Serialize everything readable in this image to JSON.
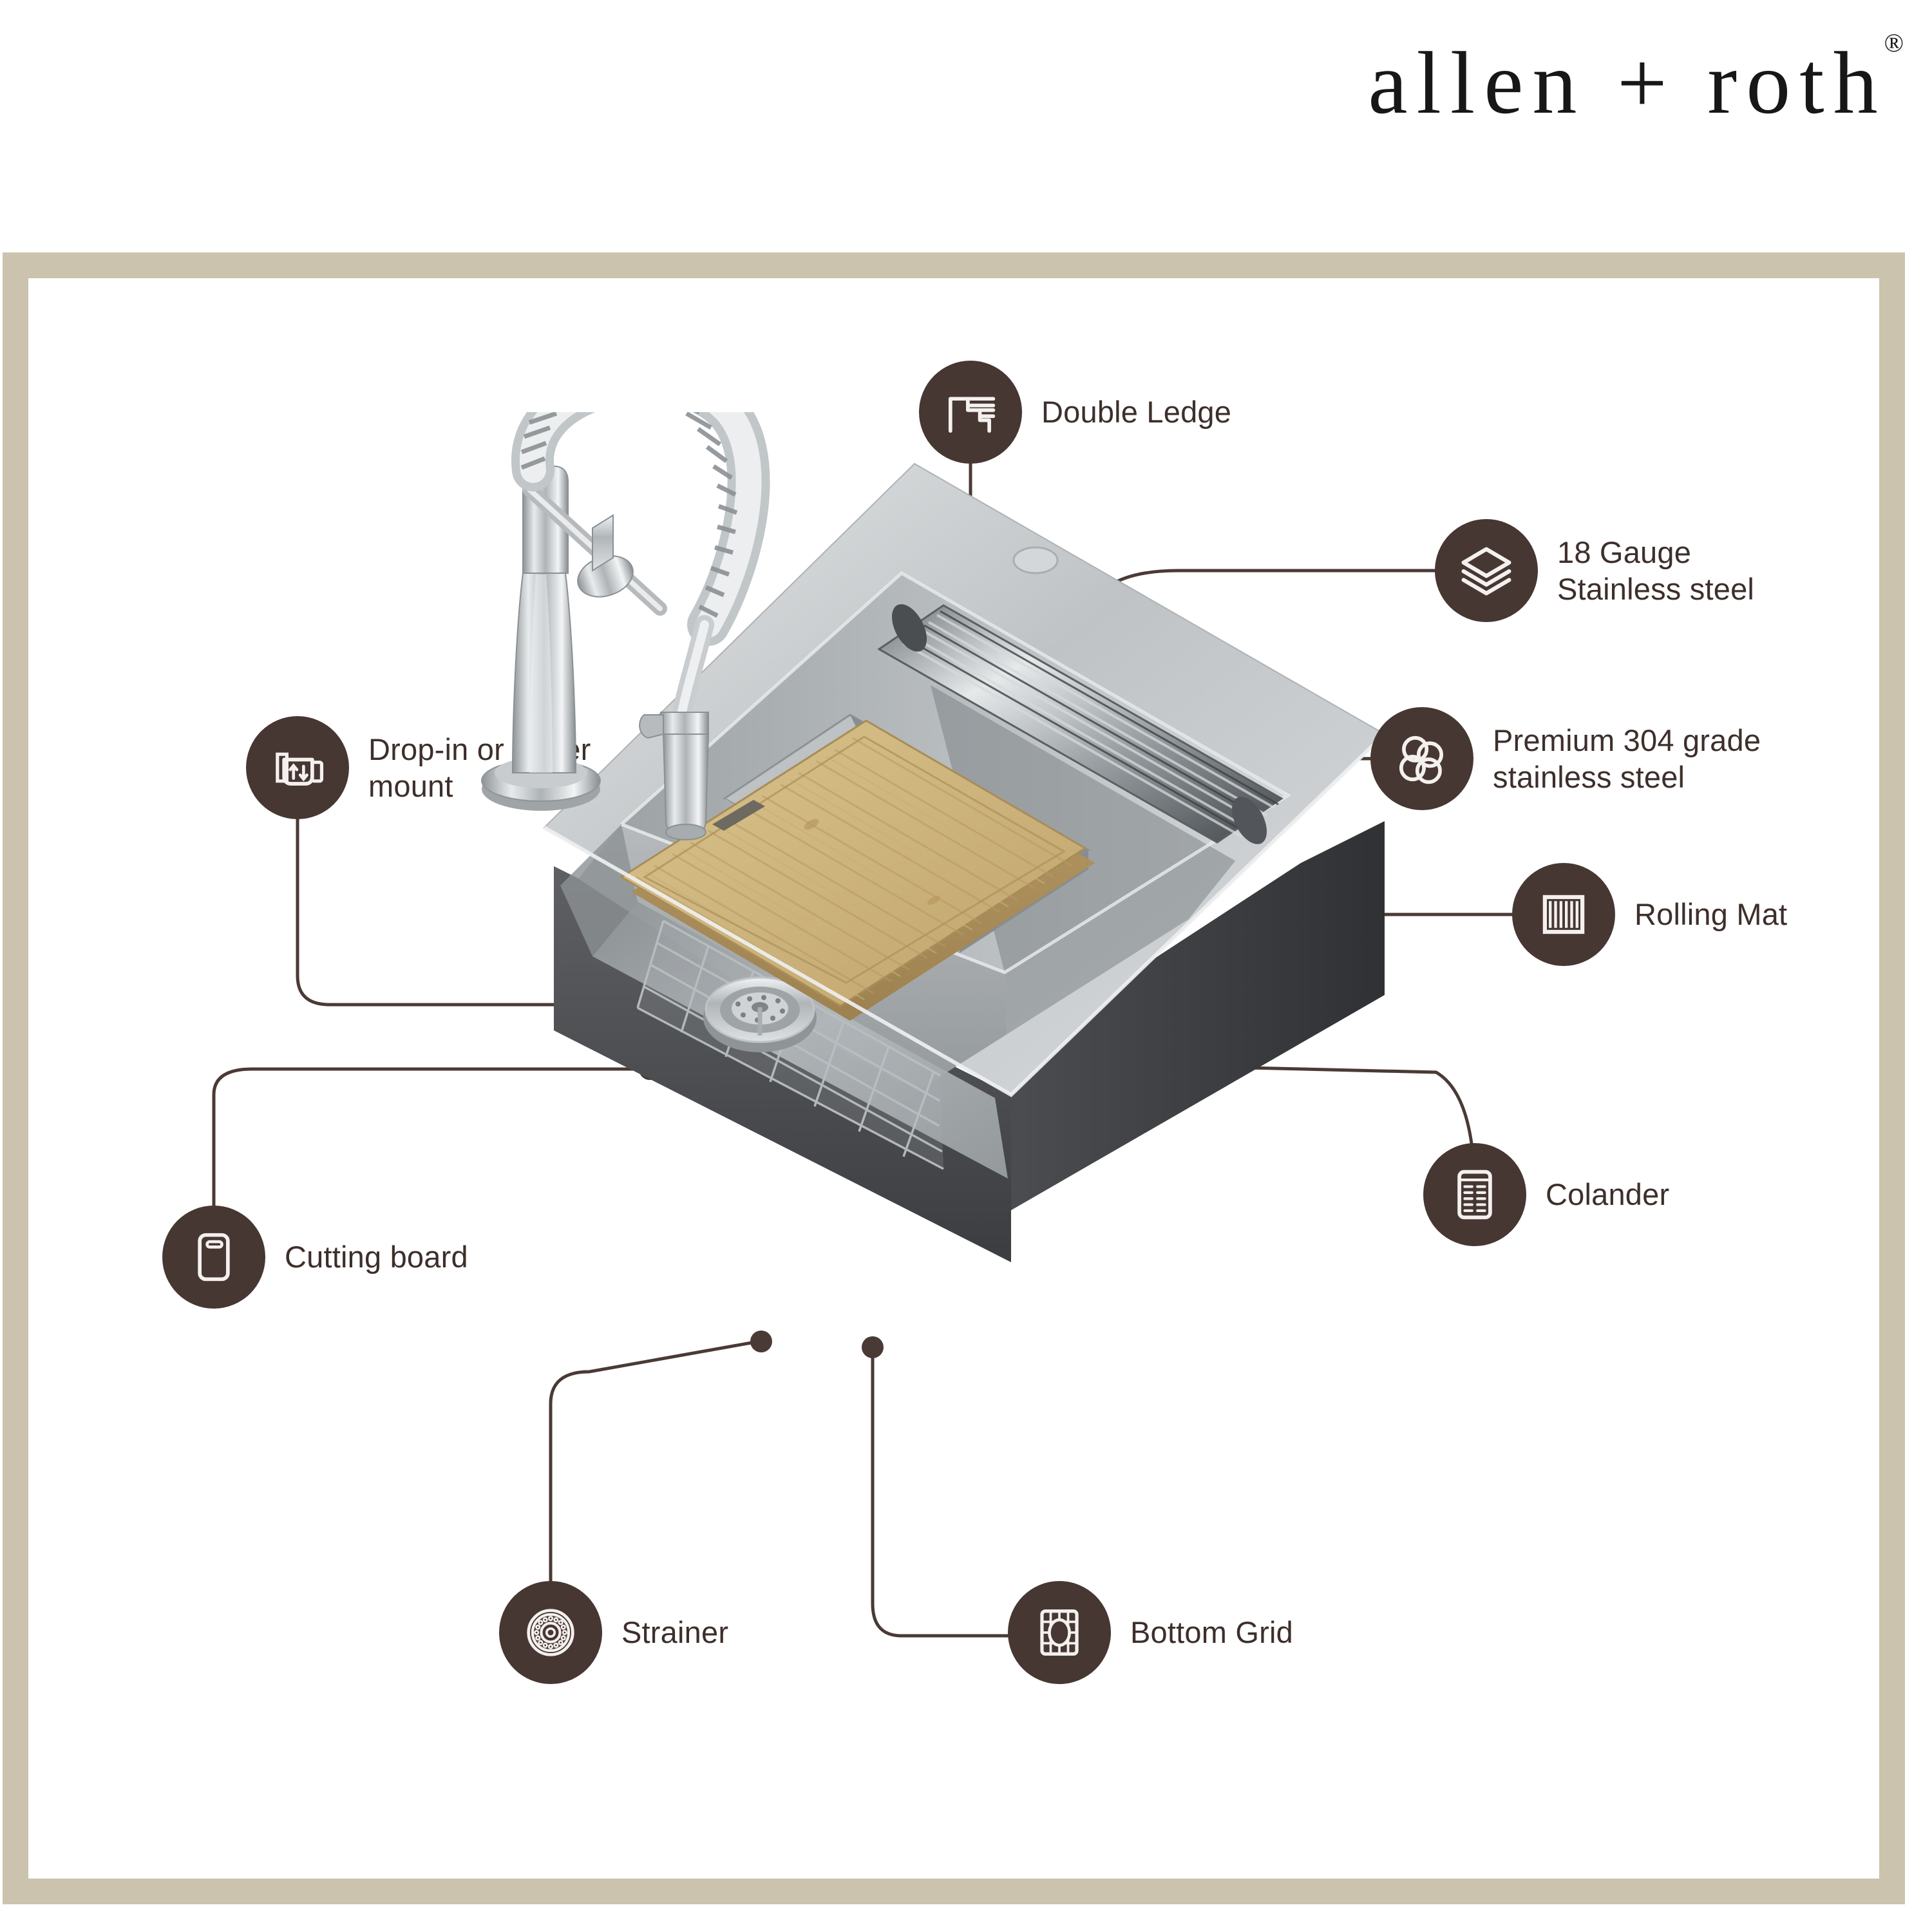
{
  "brand": {
    "name": "allen + roth",
    "registered_mark": "®"
  },
  "theme": {
    "badge_color": "#463733",
    "label_color": "#3d2f2b",
    "frame_color": "#cbc3ad",
    "background": "#ffffff",
    "leader_color": "#4a3a35"
  },
  "product": {
    "type": "stainless steel workstation kitchen sink",
    "accessories": [
      "cutting board",
      "colander",
      "rolling mat",
      "bottom grid",
      "strainer",
      "pull-down faucet"
    ]
  },
  "callouts": [
    {
      "id": "double-ledge",
      "label": "Double Ledge",
      "icon": "double-ledge-icon",
      "side": "top"
    },
    {
      "id": "18-gauge",
      "label": "18 Gauge\nStainless steel",
      "icon": "layers-icon",
      "side": "right"
    },
    {
      "id": "premium-304",
      "label": "Premium 304 grade\nstainless steel",
      "icon": "molecule-icon",
      "side": "right"
    },
    {
      "id": "rolling-mat",
      "label": "Rolling Mat",
      "icon": "rolling-mat-icon",
      "side": "right"
    },
    {
      "id": "colander",
      "label": "Colander",
      "icon": "colander-icon",
      "side": "right"
    },
    {
      "id": "drop-in",
      "label": "Drop-in or under\nmount",
      "icon": "mount-icon",
      "side": "left"
    },
    {
      "id": "cutting-board",
      "label": "Cutting board",
      "icon": "cutting-board-icon",
      "side": "left"
    },
    {
      "id": "strainer",
      "label": "Strainer",
      "icon": "strainer-icon",
      "side": "bottom"
    },
    {
      "id": "bottom-grid",
      "label": "Bottom Grid",
      "icon": "bottom-grid-icon",
      "side": "bottom"
    }
  ]
}
